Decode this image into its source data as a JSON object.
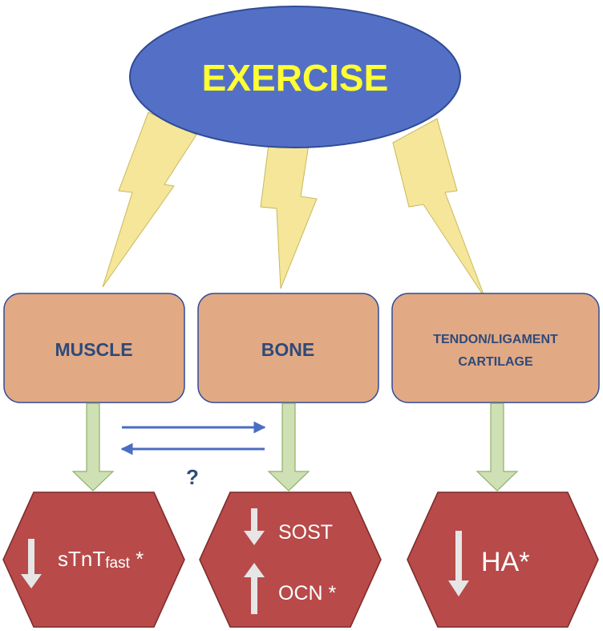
{
  "root": {
    "label": "EXERCISE"
  },
  "tissues": [
    {
      "label": "MUSCLE"
    },
    {
      "label": "BONE"
    },
    {
      "line1": "TENDON/LIGAMENT",
      "line2": "CARTILAGE"
    }
  ],
  "outcomes": {
    "muscle": {
      "main": "sTnT",
      "sub": "fast",
      "star": " *",
      "direction": "down"
    },
    "bone": [
      {
        "text": "SOST",
        "direction": "down"
      },
      {
        "text": "OCN *",
        "direction": "up"
      }
    ],
    "tendon": {
      "text": "HA*",
      "direction": "down"
    }
  },
  "crosstalk": {
    "label": "?"
  },
  "colors": {
    "ellipse_fill": "#5470c6",
    "ellipse_text": "#ffff33",
    "bolt_fill": "#f5e69a",
    "box_fill": "#e2a985",
    "box_text": "#2e4a7a",
    "down_arrow": "#cfe0b4",
    "hex_fill": "#b84a4a",
    "hex_text": "#ffffff",
    "crosstalk_arrow": "#4a6ec0"
  }
}
